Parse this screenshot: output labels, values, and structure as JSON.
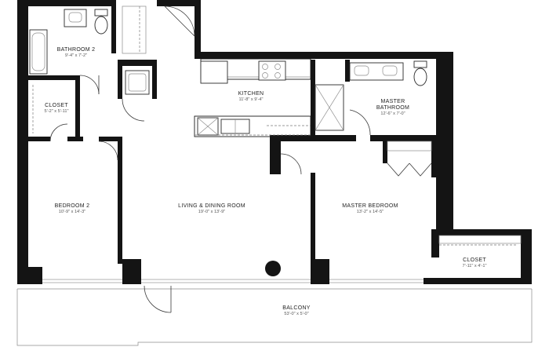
{
  "rooms": {
    "bathroom2": {
      "label": "BATHROOM 2",
      "dims": "9'-4\" x 7'-2\""
    },
    "closet_left": {
      "label": "CLOSET",
      "dims": "5'-2\" x 5'-11\""
    },
    "kitchen": {
      "label": "KITCHEN",
      "dims": "11'-8\" x 9'-4\""
    },
    "master_bath": {
      "label_line1": "MASTER",
      "label_line2": "BATHROOM",
      "dims": "12'-6\" x 7'-0\""
    },
    "bedroom2": {
      "label": "BEDROOM 2",
      "dims": "10'-9\" x 14'-3\""
    },
    "living": {
      "label": "LIVING & DINING ROOM",
      "dims": "19'-0\" x 13'-9\""
    },
    "master_bed": {
      "label": "MASTER BEDROOM",
      "dims": "13'-2\" x 14'-5\""
    },
    "closet_right": {
      "label": "CLOSET",
      "dims": "7'-11\" x 4'-1\""
    },
    "balcony": {
      "label": "BALCONY",
      "dims": "53'-0\" x 5'-0\""
    }
  }
}
